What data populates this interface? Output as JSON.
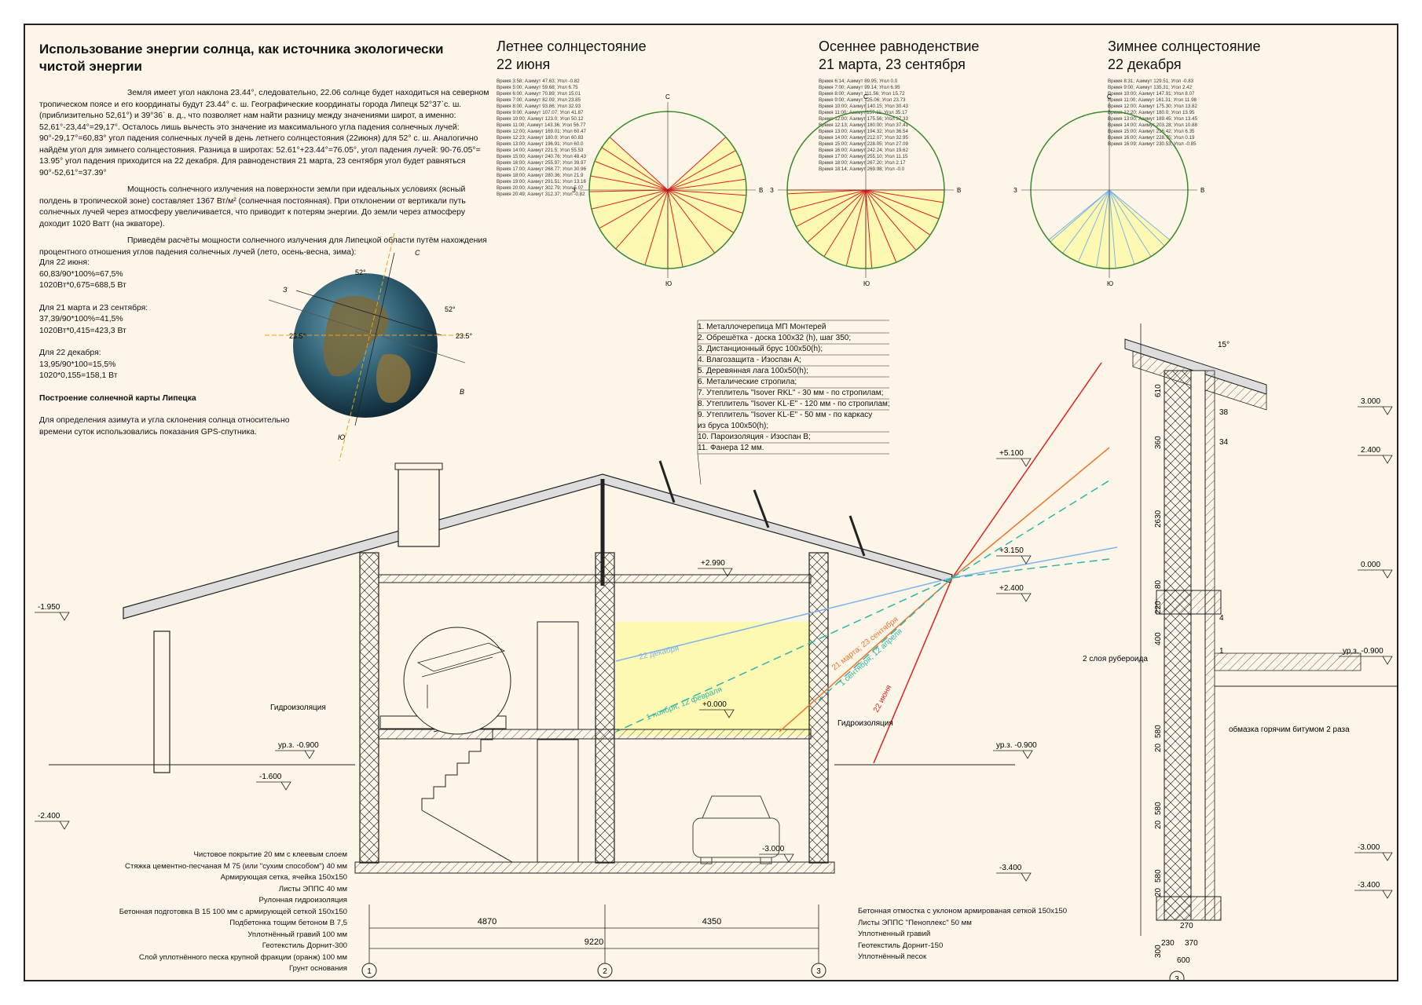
{
  "title": "Использование энергии солнца, как источника экологически чистой энергии",
  "intro_paragraphs": [
    "Земля имеет угол наклона 23.44°, следовательно, 22.06 солнце будет находиться на северном тропическом поясе и его координаты будут 23.44° с. ш. Географические координаты города Липецк 52°37`с. ш. (приблизительно 52,61°)  и 39°36` в. д., что позволяет нам найти разницу между значениями широт, а именно: 52,61°-23,44°=29,17°. Осталось лишь вычесть это значение из максимального угла падения солнечных лучей: 90°-29,17°=60,83° угол падения солнечных лучей в день летнего солнцестояния (22июня) для 52° с. ш. Аналогично найдём угол для зимнего солнцестояния. Разница в широтах: 52.61°+23.44°=76.05°, угол падения лучей: 90-76.05°= 13.95° угол падения приходится на 22 декабря. Для равноденствия 21 марта, 23 сентября угол будет равняться 90°-52,61°=37.39°",
    "Мощность солнечного излучения на поверхности земли при идеальных условиях (ясный полдень в тропической зоне) составляет 1367 Вт/м² (солнечная постоянная). При отклонении от вертикали путь солнечных лучей через атмосферу увеличивается, что приводит к потерям энергии. До земли через атмосферу доходит 1020 Ватт (на экваторе).",
    "Приведём расчёты мощности солнечного излучения для Липецкой области путём нахождения процентного отношения углов падения солнечных лучей (лето, осень-весна, зима):"
  ],
  "calculations": [
    {
      "label": "Для 22 июня:",
      "lines": [
        "60,83/90*100%=67,5%",
        "1020Вт*0,675=688,5 Вт"
      ]
    },
    {
      "label": "Для 21 марта и 23 сентября:",
      "lines": [
        "37,39/90*100%=41,5%",
        "1020Вт*0,415=423,3 Вт"
      ]
    },
    {
      "label": "Для 22 декабря:",
      "lines": [
        "13,95/90*100=15,5%",
        "1020*0,155=158,1 Вт"
      ]
    }
  ],
  "map_heading": "Построение солнечной карты Липецка",
  "map_text": "Для определения азимута и угла склонения солнца относительно времени суток использовались показания GPS-спутника.",
  "globe_labels": {
    "lat": "52°",
    "trop_left": "23.5°",
    "trop_right": "23.5°",
    "n": "С",
    "s": "Ю",
    "w": "З",
    "e": "В"
  },
  "sun_diagrams": [
    {
      "title": "Летнее солнцестояние",
      "subtitle": "22 июня",
      "rows": [
        "Время 3:58; Азимут 47.63; Угол -0.82",
        "Время 5:00; Азимут 59.68; Угол 6.75",
        "Время 6:00; Азимут 70.89; Угол 15.01",
        "Время 7:00; Азимут 82.09; Угол 23.85",
        "Время 8:00; Азимут 93.86; Угол 32.93",
        "Время 9:00; Азимут 107.07; Угол 41.87",
        "Время 10:00; Азимут 123.0; Угол 50.12",
        "Время 11:00; Азимут 143.36; Угол 56.77",
        "Время 12:00; Азимут 169.01; Угол 60.47",
        "Время 12:23; Азимут 180.0; Угол 60.83",
        "Время 13:00; Азимут 196.91; Угол 60.0",
        "Время 14:00; Азимут 221.5; Угол 55.53",
        "Время 15:00; Азимут 240.76; Угол 48.43",
        "Время 16:00; Азимут 255.97; Угол 39.97",
        "Время 17:00; Азимут 268.77; Угол 30.96",
        "Время 18:00; Азимут 280.36; Угол 21.9",
        "Время 19:00; Азимут 291.51; Угол 13.16",
        "Время 20:00; Азимут 302.79; Угол 5.07",
        "Время 20:49; Азимут 312.37; Угол -0.82"
      ],
      "azimuths": [
        47.63,
        59.68,
        70.89,
        82.09,
        93.86,
        107.07,
        123.0,
        143.36,
        169.01,
        180.0,
        196.91,
        221.5,
        240.76,
        255.97,
        268.77,
        280.36,
        291.51,
        302.79,
        312.37
      ]
    },
    {
      "title": "Осеннее равноденствие",
      "subtitle": "21 марта, 23 сентября",
      "rows": [
        "Время 6:14; Азимут 89.95; Угол 0.0",
        "Время 7:00; Азимут 99.14; Угол 6.95",
        "Время 8:00; Азимут 111.56; Угол 15.72",
        "Время 9:00; Азимут 125.06; Угол 23.73",
        "Время 10:00; Азимут 140.15; Угол 30.43",
        "Время 11:00; Азимут 157.11; Угол 35.17",
        "Время 12:00; Азимут 175.56; Угол 37.33",
        "Время 12:13; Азимут 180.00; Угол 37.41",
        "Время 13:00; Азимут 194.32; Угол 36.54",
        "Время 14:00; Азимут 212.07; Угол 32.95",
        "Время 15:00; Азимут 228.05; Угол 27.09",
        "Время 16:00; Азимут 242.24; Угол 19.62",
        "Время 17:00; Азимут 255.10; Угол 11.15",
        "Время 18:00; Азимут 267.20; Угол 2.17",
        "Время 18:14; Азимут 269.98; Угол -0.0"
      ],
      "azimuths": [
        89.95,
        99.14,
        111.56,
        125.06,
        140.15,
        157.11,
        175.56,
        180.0,
        194.32,
        212.07,
        228.05,
        242.24,
        255.1,
        267.2,
        269.98
      ]
    },
    {
      "title": "Зимнее солнцестояние",
      "subtitle": "22 декабря",
      "rows": [
        "Время 8:31; Азимут 129.51; Угол -0.83",
        "Время 9:00; Азимут 135.31; Угол 2.42",
        "Время 10:00; Азимут 147.91; Угол 8.07",
        "Время 11:00; Азимут 161.31; Угол 11.98",
        "Время 12:00; Азимут 175.30; Угол 13.82",
        "Время 12:20; Азимут 180.0; Угол 13.95",
        "Время 13:00; Азимут 189.45; Угол 13.45",
        "Время 14:00; Азимут 203.28; Угол 10.88",
        "Время 15:00; Азимут 216.42; Угол 6.35",
        "Время 16:00; Азимут 228.75; Угол 0.19",
        "Время 16:09; Азимут 230.53; Угол -0.85"
      ],
      "azimuths": [
        129.51,
        135.31,
        147.91,
        161.31,
        175.3,
        180.0,
        189.45,
        203.28,
        216.42,
        228.75,
        230.53
      ]
    }
  ],
  "compass": {
    "n": "С",
    "s": "Ю",
    "w": "З",
    "e": "В"
  },
  "roof_layers": [
    "1. Металлочерепица МП Монтерей",
    "2. Обрешётка - доска 100х32 (h), шаг 350;",
    "3. Дистанционный брус 100х50(h);",
    "4. Влагозащита - Изоспан А;",
    "5. Деревянная лага 100х50(h);",
    "6. Металические стропила;",
    "7. Утеплитель \"Isover RKL\" - 30 мм - по стропилам;",
    "8. Утеплитель \"Isover KL-E\" - 120 мм - по стропилам;",
    "9. Утеплитель \"Isover KL-E\" - 50 мм - по каркасу",
    "   из бруса 100х50(h);",
    "10. Пароизоляция - Изоспан В;",
    "11. Фанера 12 мм."
  ],
  "floor_layers": [
    "Чистовое покрытие 20 мм с клеевым слоем",
    "Стяжка цементно-песчаная М 75 (или \"сухим способом\") 40 мм",
    "Армирующая сетка, ячейка 150х150",
    "Листы ЭППС 40 мм",
    "Рулонная гидроизоляция",
    "Бетонная подготовка В 15 100 мм с армирующей сеткой 150х150",
    "Подбетонка тощим бетоном В 7,5",
    "Уплотнённый гравий 100 мм",
    "Геотекстиль Дорнит-300",
    "Слой уплотнённого песка крупной фракции (оранж) 100 мм",
    "Грунт основания"
  ],
  "blind_area_layers": [
    "Бетонная отмостка с уклоном армированая сеткой 150х150",
    "Листы ЭППС \"Пеноплекс\" 50 мм",
    "Уплотненный гравий",
    "Геотекстиль Дорнит-150",
    "Уплотнённый песок"
  ],
  "section_labels": {
    "hydro_left": "Гидроизоляция",
    "hydro_right": "Гидроизоляция",
    "ruberoid": "2 слоя рубероида",
    "bitumen": "обмазка горячим битумом 2 раза"
  },
  "elevations": {
    "e_m1950": "-1.950",
    "e_2990": "+2.990",
    "e_0000": "+0.000",
    "e_gl_left": "ур.з. -0.900",
    "e_gl_mid": "ур.з. -0.900",
    "e_gl_right": "ур.з. -0.900",
    "e_m1600": "-1.600",
    "e_m2400": "-2.400",
    "e_m3000": "-3.000",
    "e_m3400": "-3.400",
    "e_5100": "+5.100",
    "e_3150": "+3.150",
    "e_2400": "+2.400",
    "r_3000": "3.000",
    "r_2400": "2.400",
    "r_0000": "0.000",
    "r_m3000": "-3.000",
    "r_m3400": "-3.400"
  },
  "sun_rays": {
    "dec": "22 декабря",
    "nov": "1 ноября; 12 февраля",
    "mar": "21 марта; 23 сентября",
    "sep": "1 сентября; 12 апреля",
    "jun": "22 июня"
  },
  "dimensions": {
    "d1": "4870",
    "d2": "4350",
    "total": "9220",
    "axis1": "1",
    "axis2": "2",
    "axis3": "3",
    "axis_detail": "3"
  },
  "detail_dims": {
    "v610": "610",
    "v360": "360",
    "v2630": "2630",
    "v80": "80",
    "v220": "220",
    "v400": "400",
    "v580a": "580",
    "v20a": "20",
    "v580b": "580",
    "v20b": "20",
    "v580c": "580",
    "v20c": "20",
    "v300": "300",
    "h270": "270",
    "h230": "230",
    "h370": "370",
    "h600": "600",
    "n38": "38",
    "n34": "34",
    "n4": "4",
    "n1": "1",
    "slope": "15°"
  },
  "colors": {
    "paper": "#fdf5e8",
    "fill": "#fdf8b2",
    "ray_red": "#e02020",
    "ray_orange": "#e8762d",
    "ray_teal": "#2fb5a8",
    "ray_blue": "#7fb2ec",
    "circle": "#3a8a2e"
  }
}
